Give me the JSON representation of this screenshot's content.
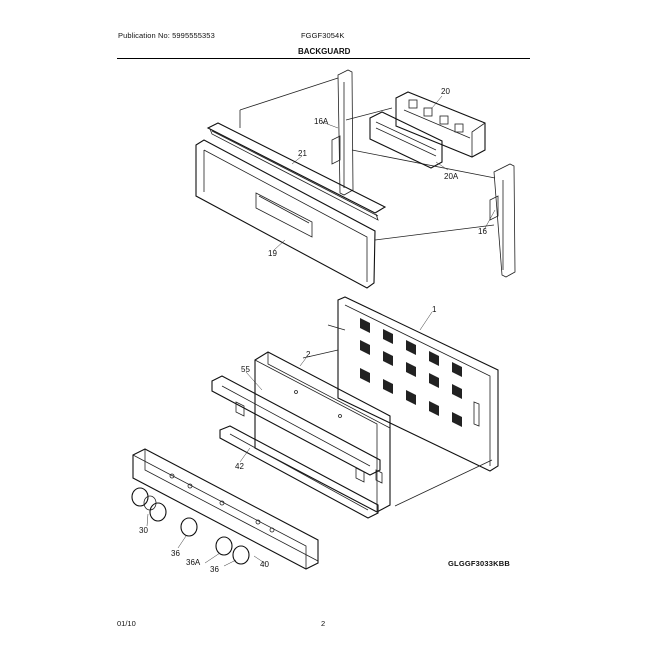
{
  "header": {
    "publication": "Publication No: 5995555353",
    "model": "FGGF3054K",
    "section_title": "BACKGUARD"
  },
  "diagram": {
    "reference_code": "GLGGF3033KBB",
    "callouts": [
      "20",
      "16A",
      "21",
      "20A",
      "16",
      "19",
      "1",
      "2",
      "55",
      "42",
      "30",
      "36",
      "36A",
      "36",
      "40"
    ]
  },
  "footer": {
    "date": "01/10",
    "page": "2"
  }
}
